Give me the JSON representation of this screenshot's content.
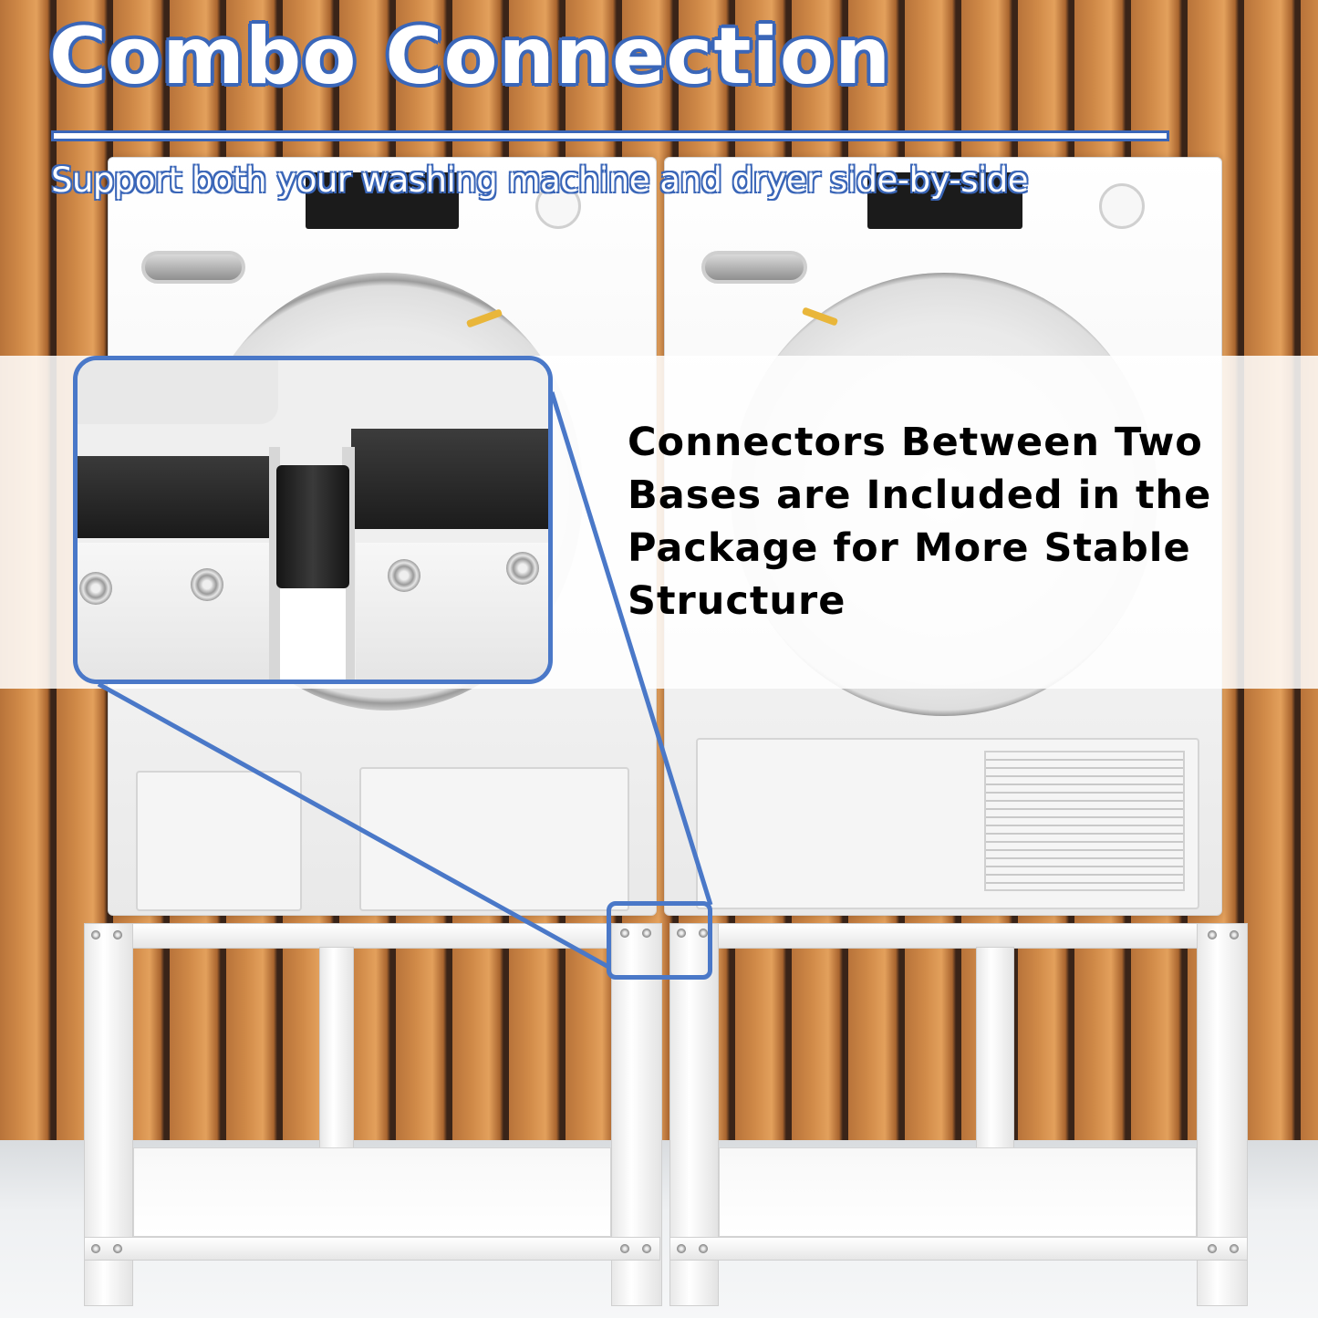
{
  "banner": {
    "title": "Combo Connection",
    "subtitle": "Support both your washing machine and dryer side-by-side",
    "callout": "Connectors Between Two Bases are Included in the Package for More Stable Structure"
  },
  "colors": {
    "accent_blue": "#4a78c8",
    "title_outline": "#3a66b8",
    "callout_text": "#000000",
    "wood": "#d08a48"
  },
  "illustration": {
    "scene": "washing-machine-and-dryer-on-pedestal-bases",
    "zoom_icon": "magnifier-callout",
    "connector_icon": "connector-bracket"
  }
}
